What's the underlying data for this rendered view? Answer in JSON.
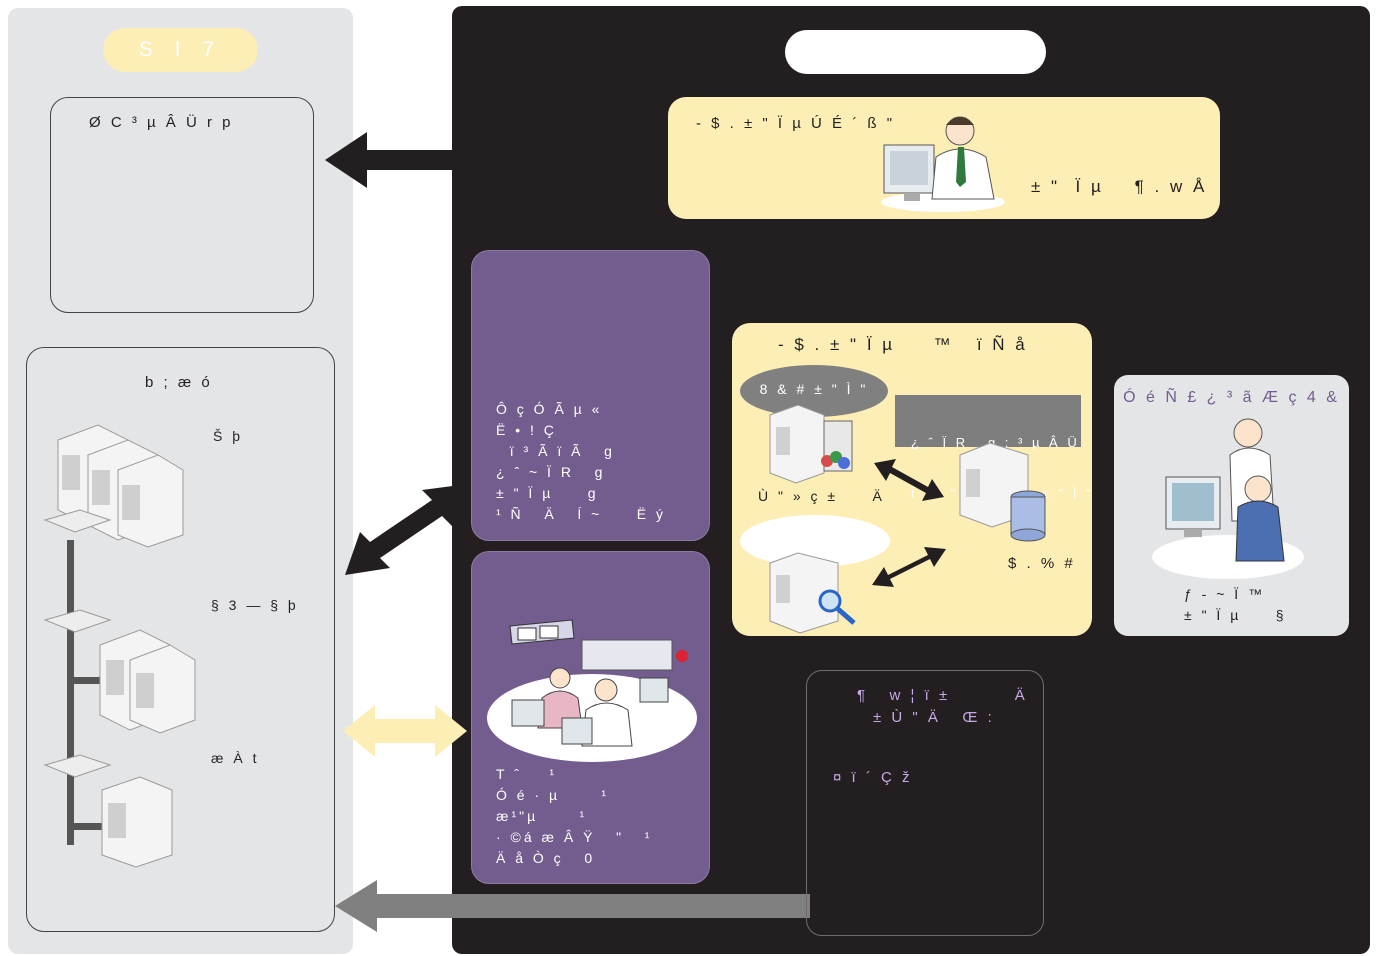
{
  "left": {
    "badge": "S I 7",
    "top_box_title": "Ø C ³ µ Â Ü r p",
    "system_box": {
      "title": "b ; æ ó",
      "label1": "Š þ",
      "label2": "§ 3 — § þ",
      "label3": "æ À t"
    }
  },
  "top_yellow": {
    "title": "- $ . ± \" Ï µ Ú É ´ ß \"",
    "subtitle": "± \"  Ï µ    ¶ . w Å"
  },
  "purple_top_lines": [
    "Ô ç Ó Ã µ «",
    "Ë • ! Ç",
    "  ï ³ Ã ï Ã   g",
    "¿ ˆ ~ Ï R   g",
    "± \" Ï µ     g",
    "¹ Ñ   Ä   Í ~     Ë ý"
  ],
  "purple_bottom_lines": [
    "T ˆ    ¹",
    "Ó é · µ      ¹",
    "æ¹\"µ      ¹",
    "· ©á æ Â Ÿ   \"   ¹",
    "Ä å Ò ç   0"
  ],
  "center_yellow": {
    "title": "- $ . ± \" Ï µ     ™   ï Ñ å",
    "bubble": "8 & # ± \" Ì \"",
    "grey_tag_line1": "¿ ˆ Ï R   g ; ³ µ Â Ü",
    "grey_tag_line2": "Î     \" % . J     ± \" Ì \"",
    "server_label": "Ù \" » ç ±     Ä",
    "db_label": "$ . % #"
  },
  "right_box": {
    "title": "Ó é Ñ £ ¿ ³ ã Æ ç 4 &",
    "line1": "ƒ - ~ Ï ™",
    "line2": "± \" Ï µ     §"
  },
  "dark_box": {
    "line1": "¶   w ¦ ï ±         Ä",
    "line2": "± Ù \" Ä   Œ :",
    "line3": "¤ ï ´ Ç ž"
  },
  "colors": {
    "dark_panel": "#231f20",
    "light_panel": "#e4e5e7",
    "yellow": "#fdeeb5",
    "purple": "#735d8e",
    "purple_text": "#c9a8e6"
  }
}
